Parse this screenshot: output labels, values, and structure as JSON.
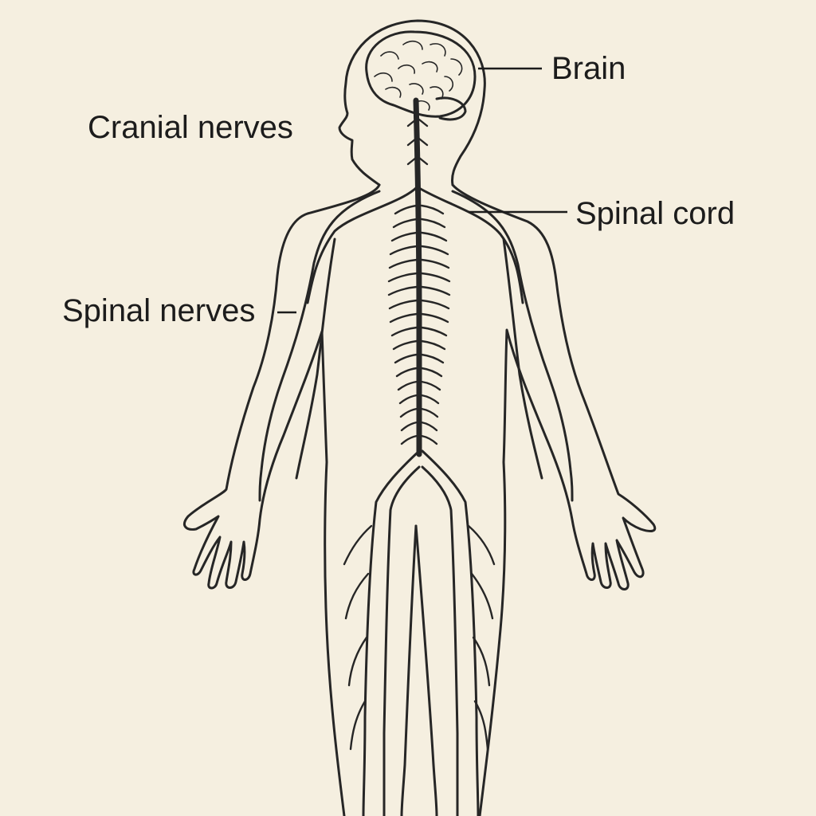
{
  "labels": {
    "brain": "Brain",
    "cranial_nerves": "Cranial nerves",
    "spinal_cord": "Spinal cord",
    "spinal_nerves": "Spinal nerves"
  },
  "colors": {
    "background": "#f5efe0",
    "ink": "#262626"
  }
}
